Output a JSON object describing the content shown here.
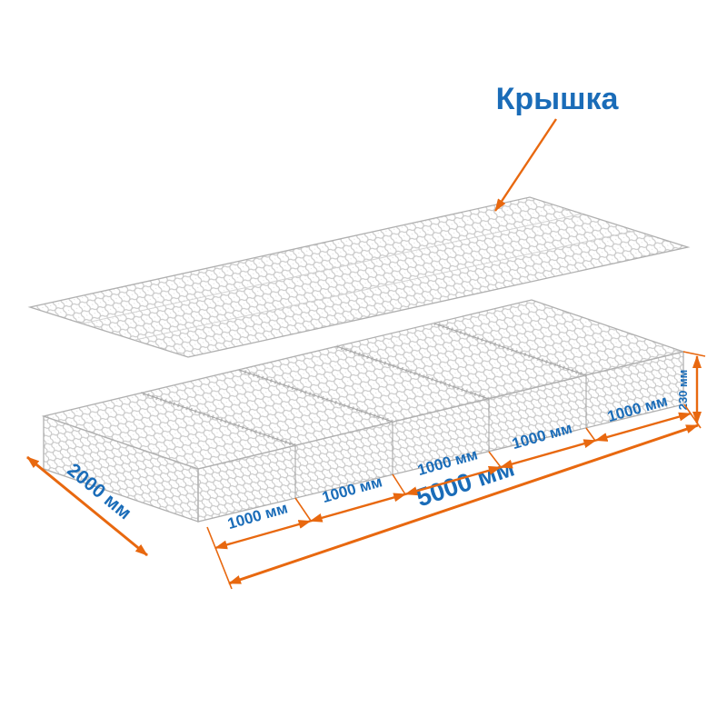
{
  "diagram": {
    "lid_label": "Крышка",
    "dim_width": "2000 мм",
    "dim_length": "5000 мм",
    "dim_height": "230 мм",
    "dim_cells": [
      "1000 мм",
      "1000 мм",
      "1000 мм",
      "1000 мм",
      "1000 мм"
    ]
  },
  "colors": {
    "dimension-accent": "#e8680f",
    "label-text": "#1a6cb8",
    "mesh-wire": "#c7c7c7"
  }
}
